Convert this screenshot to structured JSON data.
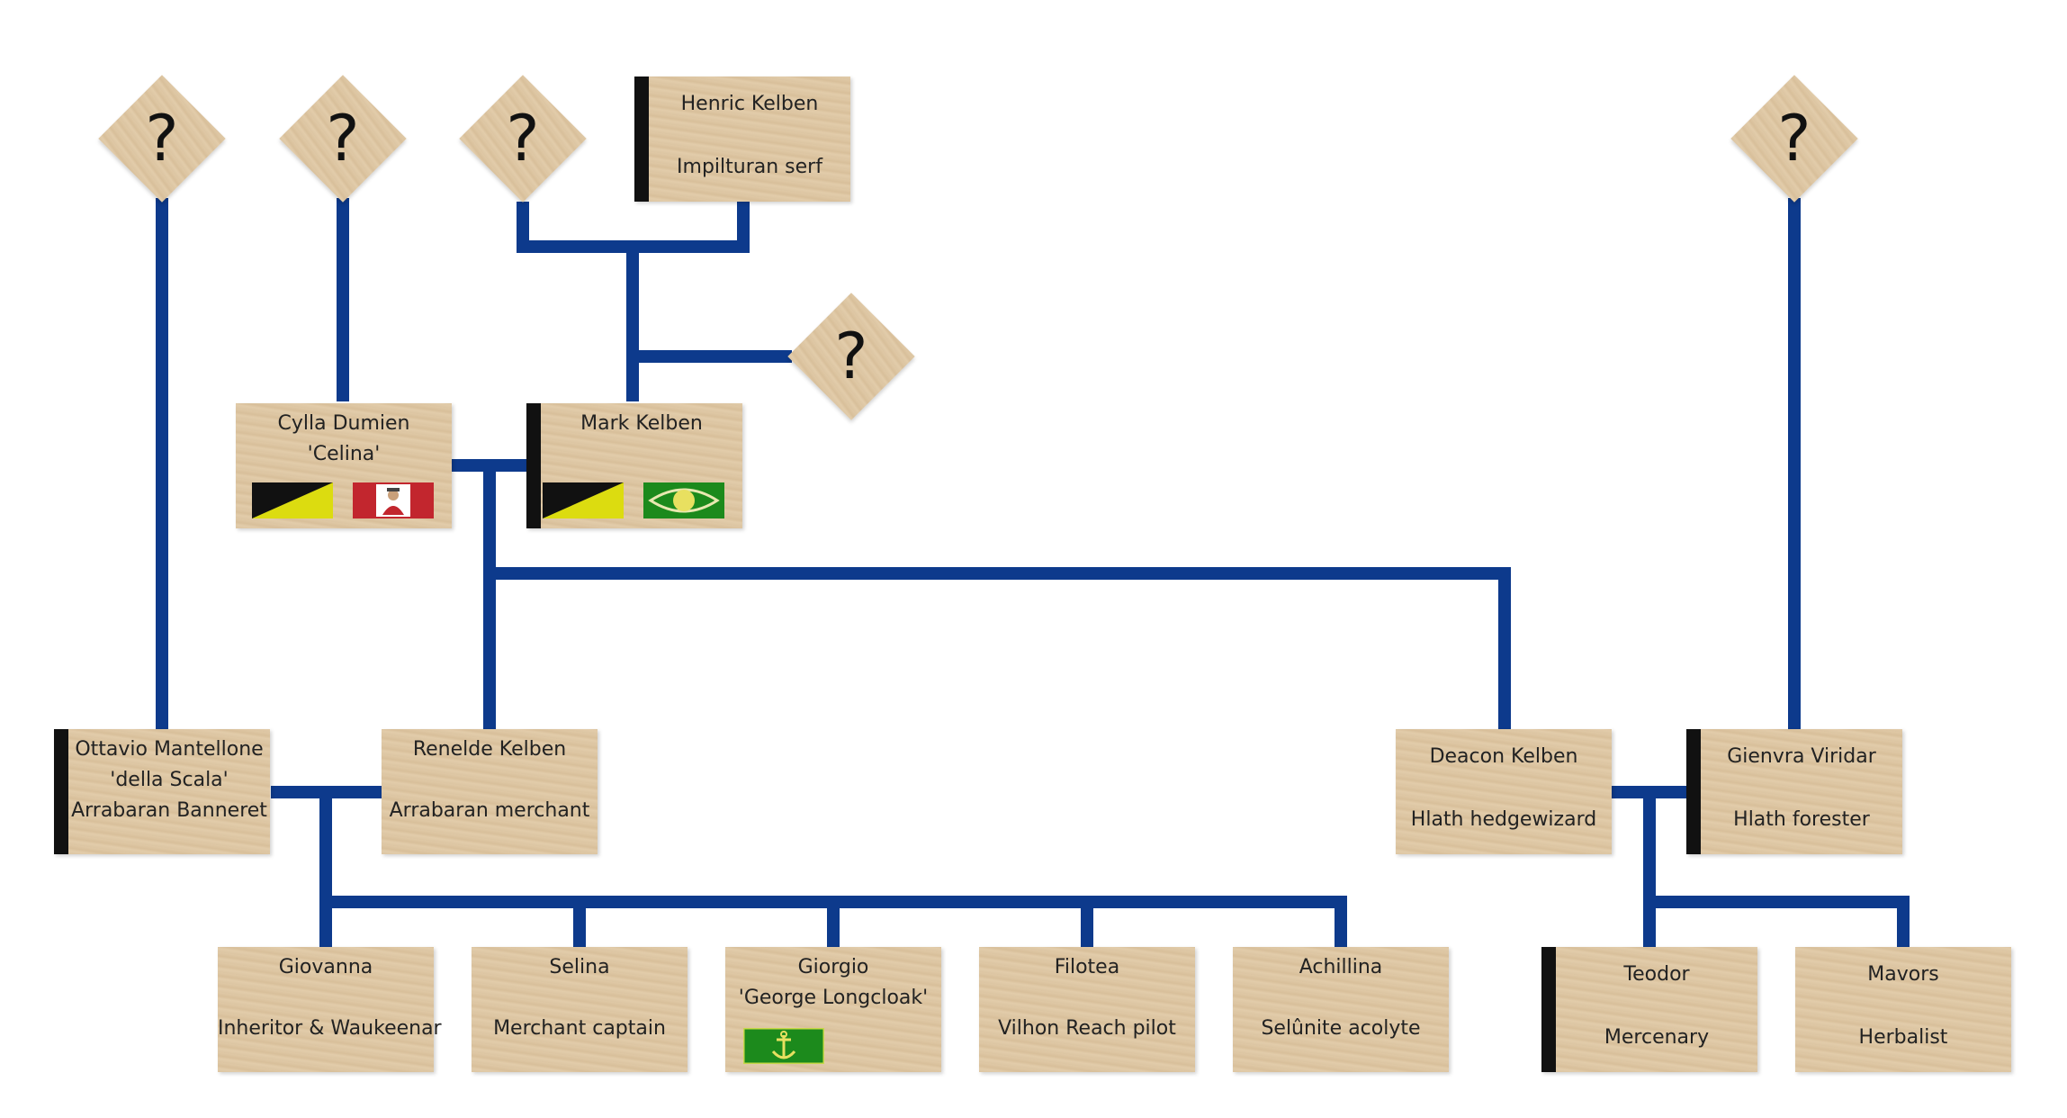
{
  "unknown_symbol": "?",
  "colors": {
    "line": "#0d3a8c",
    "wood": "#dcc5a2",
    "male_bar": "#111111"
  },
  "people": {
    "henric": {
      "name": "Henric Kelben",
      "role": "Impilturan serf"
    },
    "cylla": {
      "name": "Cylla Dumien",
      "alias": "'Celina'"
    },
    "mark": {
      "name": "Mark Kelben"
    },
    "ottavio": {
      "name": "Ottavio Mantellone",
      "alias": "'della Scala'",
      "role": "Arrabaran Banneret"
    },
    "renelde": {
      "name": "Renelde Kelben",
      "role": "Arrabaran merchant"
    },
    "deacon": {
      "name": "Deacon Kelben",
      "role": "Hlath hedgewizard"
    },
    "gienvra": {
      "name": "Gienvra Viridar",
      "role": "Hlath forester"
    },
    "giovanna": {
      "name": "Giovanna",
      "role": "Inheritor & Waukeenar"
    },
    "selina": {
      "name": "Selina",
      "role": "Merchant captain"
    },
    "giorgio": {
      "name": "Giorgio",
      "alias": "'George Longcloak'"
    },
    "filotea": {
      "name": "Filotea",
      "role": "Vilhon Reach pilot"
    },
    "achillina": {
      "name": "Achillina",
      "role": "Selûnite acolyte"
    },
    "teodor": {
      "name": "Teodor",
      "role": "Mercenary"
    },
    "mavors": {
      "name": "Mavors",
      "role": "Herbalist"
    }
  },
  "flags": {
    "black_yellow": "diagonal-black-yellow-flag",
    "red_figure": "red-figure-on-white-flag",
    "green_eye": "green-eye-flag",
    "green_anchor": "green-anchor-flag"
  }
}
